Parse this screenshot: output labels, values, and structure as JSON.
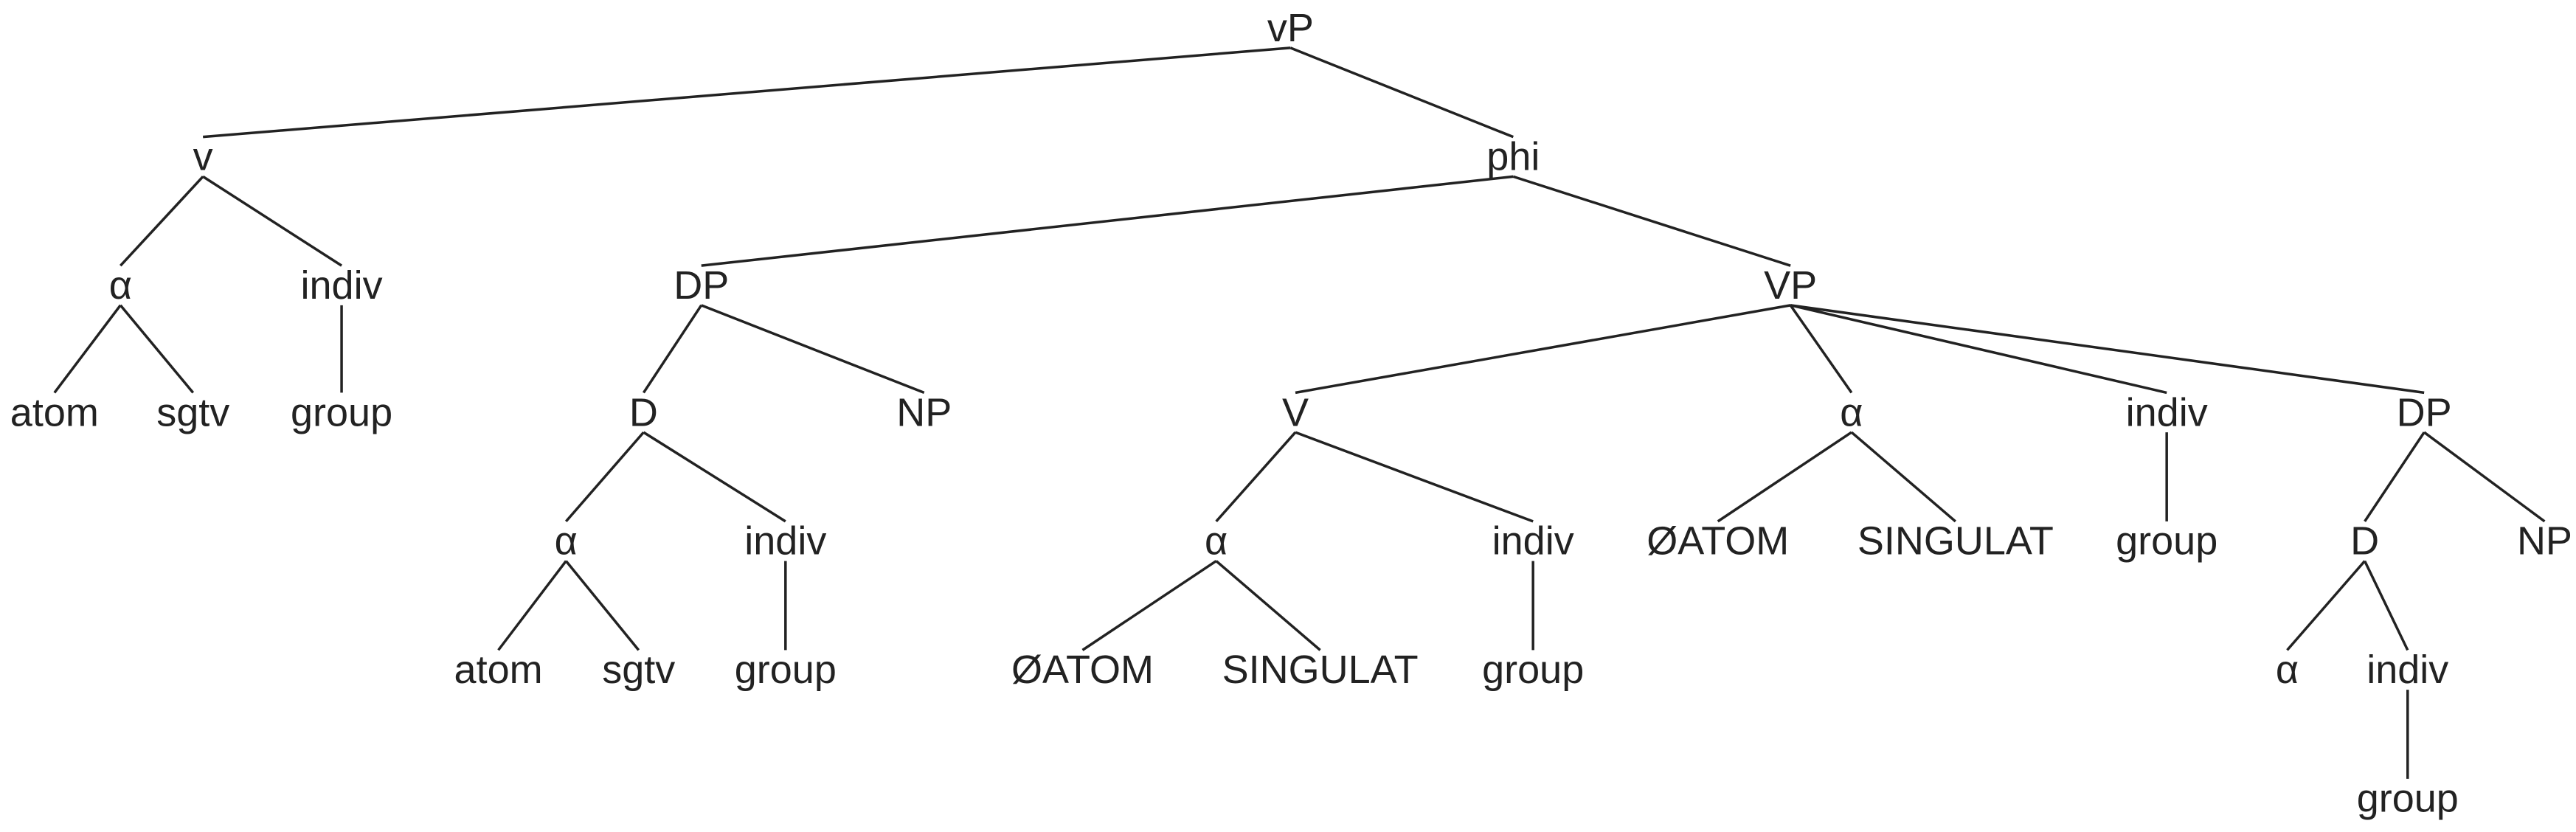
{
  "tree": {
    "label": "vP",
    "children": [
      {
        "label": "v",
        "children": [
          {
            "label": "α",
            "children": [
              {
                "label": "atom"
              },
              {
                "label": "sgtv"
              }
            ]
          },
          {
            "label": "indiv",
            "children": [
              {
                "label": "group"
              }
            ]
          }
        ]
      },
      {
        "label": "phi",
        "children": [
          {
            "label": "DP",
            "children": [
              {
                "label": "D",
                "children": [
                  {
                    "label": "α",
                    "children": [
                      {
                        "label": "atom"
                      },
                      {
                        "label": "sgtv"
                      }
                    ]
                  },
                  {
                    "label": "indiv",
                    "children": [
                      {
                        "label": "group"
                      }
                    ]
                  }
                ]
              },
              {
                "label": "NP"
              }
            ]
          },
          {
            "label": "VP",
            "children": [
              {
                "label": "V",
                "children": [
                  {
                    "label": "α",
                    "children": [
                      {
                        "label": "ØATOM"
                      },
                      {
                        "label": "SINGULAT"
                      }
                    ]
                  },
                  {
                    "label": "indiv",
                    "children": [
                      {
                        "label": "group"
                      }
                    ]
                  }
                ]
              },
              {
                "label": "α",
                "children": [
                  {
                    "label": "ØATOM"
                  },
                  {
                    "label": "SINGULAT"
                  }
                ]
              },
              {
                "label": "indiv",
                "children": [
                  {
                    "label": "group"
                  }
                ]
              },
              {
                "label": "DP",
                "children": [
                  {
                    "label": "D",
                    "children": [
                      {
                        "label": "α"
                      },
                      {
                        "label": "indiv",
                        "children": [
                          {
                            "label": "group"
                          }
                        ]
                      }
                    ]
                  },
                  {
                    "label": "NP"
                  }
                ]
              }
            ]
          }
        ]
      }
    ]
  }
}
